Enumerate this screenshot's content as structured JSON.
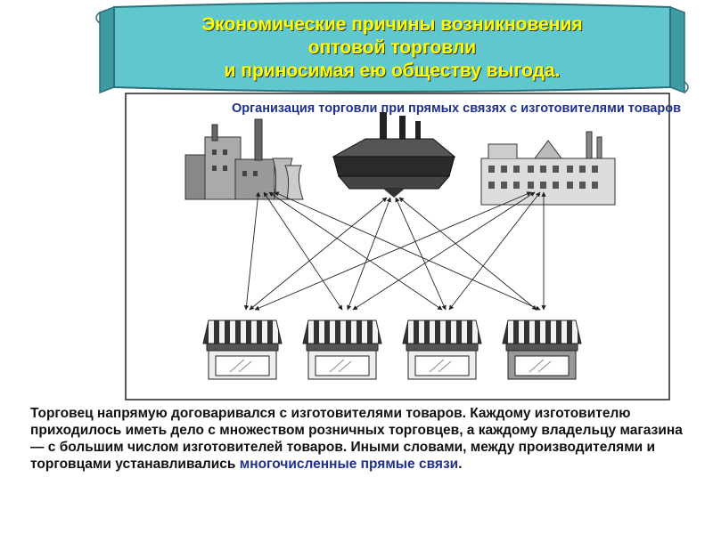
{
  "title": {
    "line1": "Экономические причины возникновения",
    "line2": "оптовой торговли",
    "line3": "и приносимая ею обществу выгода."
  },
  "subtitle": "Организация торговли при прямых связях с изготовителями товаров",
  "body": {
    "text_main": "Торговец напрямую договаривался с изготовителями товаров. Каждому изготовителю приходилось иметь дело с множеством розничных торговцев, а каждому владельцу магазина — с большим числом изготовителей товаров. Иными словами, между производителями и торговцами устанавливались ",
    "text_highlight": "многочисленные прямые связи",
    "text_end": "."
  },
  "colors": {
    "banner_fill": "#5fc7cd",
    "banner_stroke": "#2d6f78",
    "title_text": "#ffff00",
    "accent_text": "#1f2f8f"
  },
  "diagram": {
    "factories": [
      "factory-icon",
      "factory-icon",
      "factory-icon"
    ],
    "shops": [
      "shop-icon",
      "shop-icon",
      "shop-icon",
      "shop-icon"
    ]
  }
}
